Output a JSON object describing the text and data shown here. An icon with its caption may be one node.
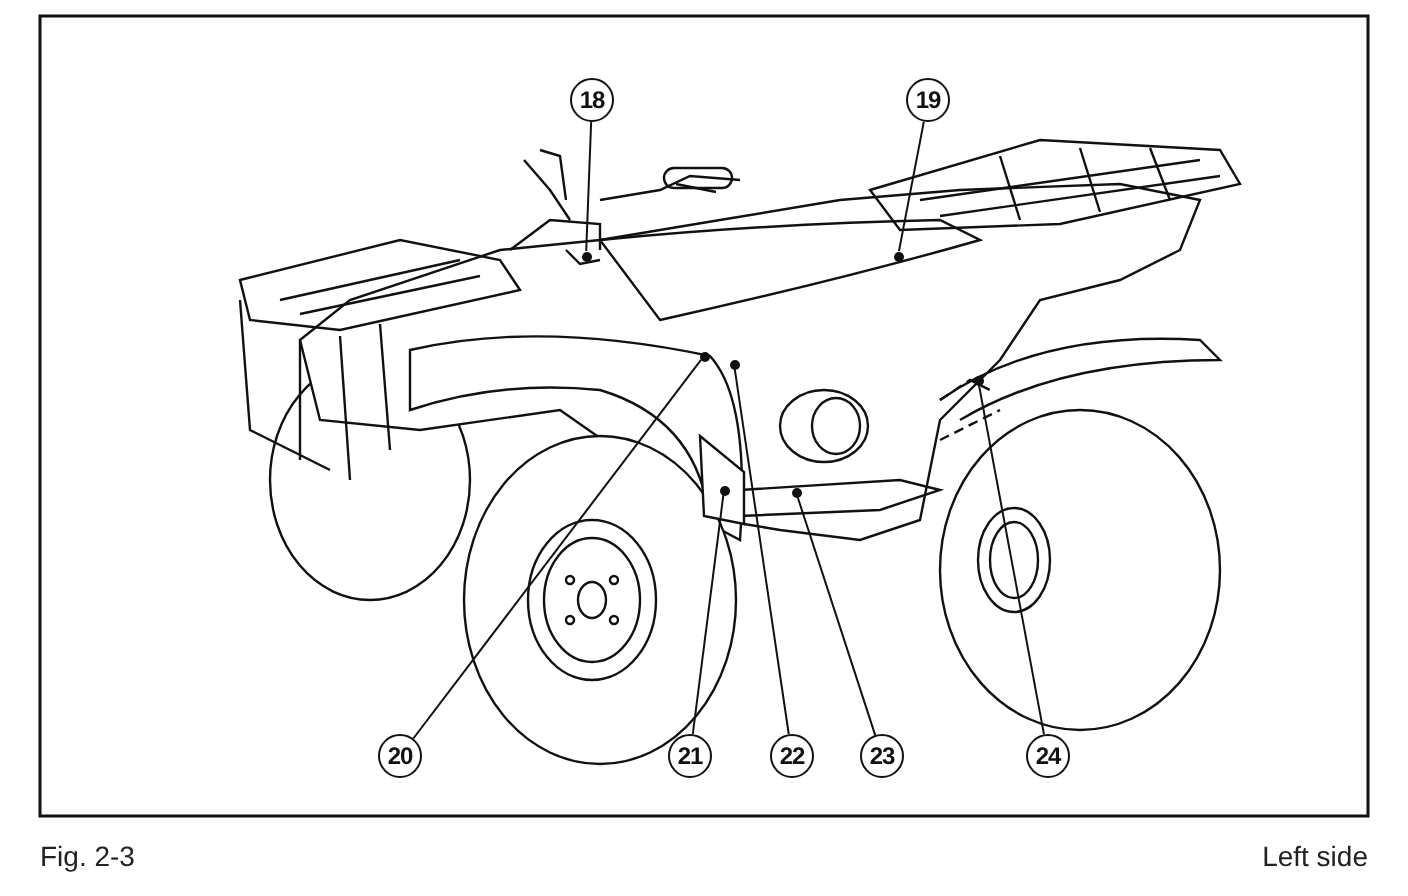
{
  "diagram": {
    "caption": "Left side",
    "nodes": [
      {
        "text": [
          "18"
        ]
      },
      {
        "text": [
          "19"
        ]
      },
      {
        "text": [
          "20"
        ]
      },
      {
        "text": [
          "21"
        ]
      },
      {
        "text": [
          "22"
        ]
      },
      {
        "text": [
          "23"
        ]
      },
      {
        "text": [
          "24"
        ]
      },
      {
        "text": [],
        "shape": "dot"
      },
      {
        "text": [],
        "shape": "dot"
      },
      {
        "text": [],
        "shape": "dot"
      },
      {
        "text": [],
        "shape": "dot"
      },
      {
        "text": [],
        "shape": "dot"
      },
      {
        "text": [],
        "shape": "dot"
      },
      {
        "text": [],
        "shape": "dot"
      }
    ],
    "edges": [
      {
        "from": 0,
        "to": 7,
        "arrow": "none"
      },
      {
        "from": 1,
        "to": 8,
        "arrow": "none"
      },
      {
        "from": 2,
        "to": 9,
        "arrow": "none"
      },
      {
        "from": 3,
        "to": 10,
        "arrow": "none"
      },
      {
        "from": 4,
        "to": 11,
        "arrow": "none"
      },
      {
        "from": 5,
        "to": 12,
        "arrow": "none"
      },
      {
        "from": 6,
        "to": 13,
        "arrow": "none"
      }
    ],
    "labels": [
      "Fig. 2-3"
    ]
  }
}
